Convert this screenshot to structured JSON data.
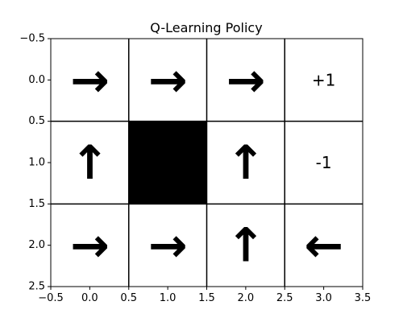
{
  "chart_data": {
    "type": "heatmap",
    "title": "Q-Learning Policy",
    "xlabel": "",
    "ylabel": "",
    "xlim": [
      -0.5,
      3.5
    ],
    "ylim": [
      2.5,
      -0.5
    ],
    "y_inverted": true,
    "grid": true,
    "x_ticks": [
      -0.5,
      0.0,
      0.5,
      1.0,
      1.5,
      2.0,
      2.5,
      3.0,
      3.5
    ],
    "y_ticks": [
      -0.5,
      0.0,
      0.5,
      1.0,
      1.5,
      2.0,
      2.5
    ],
    "x_tick_labels": [
      "−0.5",
      "0.0",
      "0.5",
      "1.0",
      "1.5",
      "2.0",
      "2.5",
      "3.0",
      "3.5"
    ],
    "y_tick_labels": [
      "−0.5",
      "0.0",
      "0.5",
      "1.0",
      "1.5",
      "2.0",
      "2.5"
    ],
    "cells": [
      {
        "row": 0,
        "col": 0,
        "kind": "action",
        "direction": "right",
        "glyph": "→"
      },
      {
        "row": 0,
        "col": 1,
        "kind": "action",
        "direction": "right",
        "glyph": "→"
      },
      {
        "row": 0,
        "col": 2,
        "kind": "action",
        "direction": "right",
        "glyph": "→"
      },
      {
        "row": 0,
        "col": 3,
        "kind": "terminal",
        "label": "+1"
      },
      {
        "row": 1,
        "col": 0,
        "kind": "action",
        "direction": "up",
        "glyph": "↑"
      },
      {
        "row": 1,
        "col": 1,
        "kind": "wall",
        "color": "#000000"
      },
      {
        "row": 1,
        "col": 2,
        "kind": "action",
        "direction": "up",
        "glyph": "↑"
      },
      {
        "row": 1,
        "col": 3,
        "kind": "terminal",
        "label": "-1"
      },
      {
        "row": 2,
        "col": 0,
        "kind": "action",
        "direction": "right",
        "glyph": "→"
      },
      {
        "row": 2,
        "col": 1,
        "kind": "action",
        "direction": "right",
        "glyph": "→"
      },
      {
        "row": 2,
        "col": 2,
        "kind": "action",
        "direction": "up",
        "glyph": "↑"
      },
      {
        "row": 2,
        "col": 3,
        "kind": "action",
        "direction": "left",
        "glyph": "←"
      }
    ]
  }
}
